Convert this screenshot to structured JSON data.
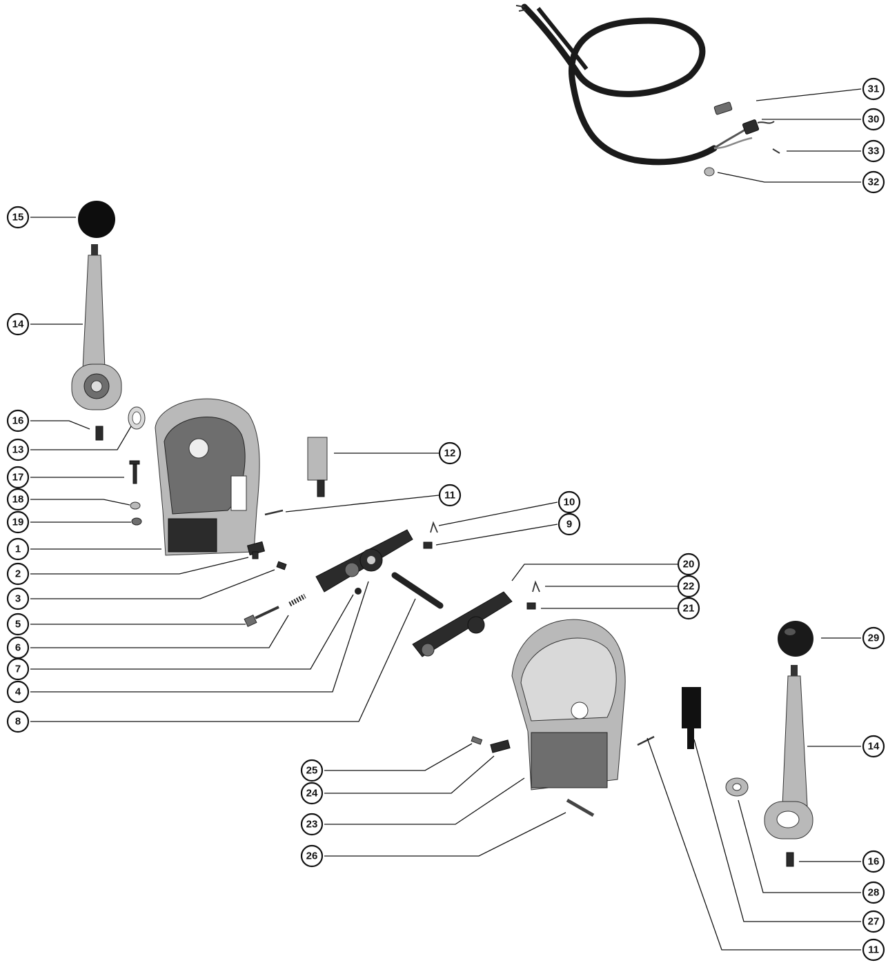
{
  "diagram": {
    "colors": {
      "ink": "#111111",
      "background": "#ffffff",
      "part_dark": "#2b2b2b",
      "part_light": "#b9b9b9"
    },
    "callouts": [
      "31",
      "30",
      "33",
      "32",
      "15",
      "14",
      "16",
      "13",
      "17",
      "18",
      "19",
      "1",
      "2",
      "3",
      "5",
      "6",
      "7",
      "4",
      "8",
      "12",
      "11",
      "10",
      "9",
      "20",
      "22",
      "21",
      "29",
      "14",
      "25",
      "24",
      "23",
      "26",
      "16",
      "28",
      "27",
      "11"
    ]
  }
}
